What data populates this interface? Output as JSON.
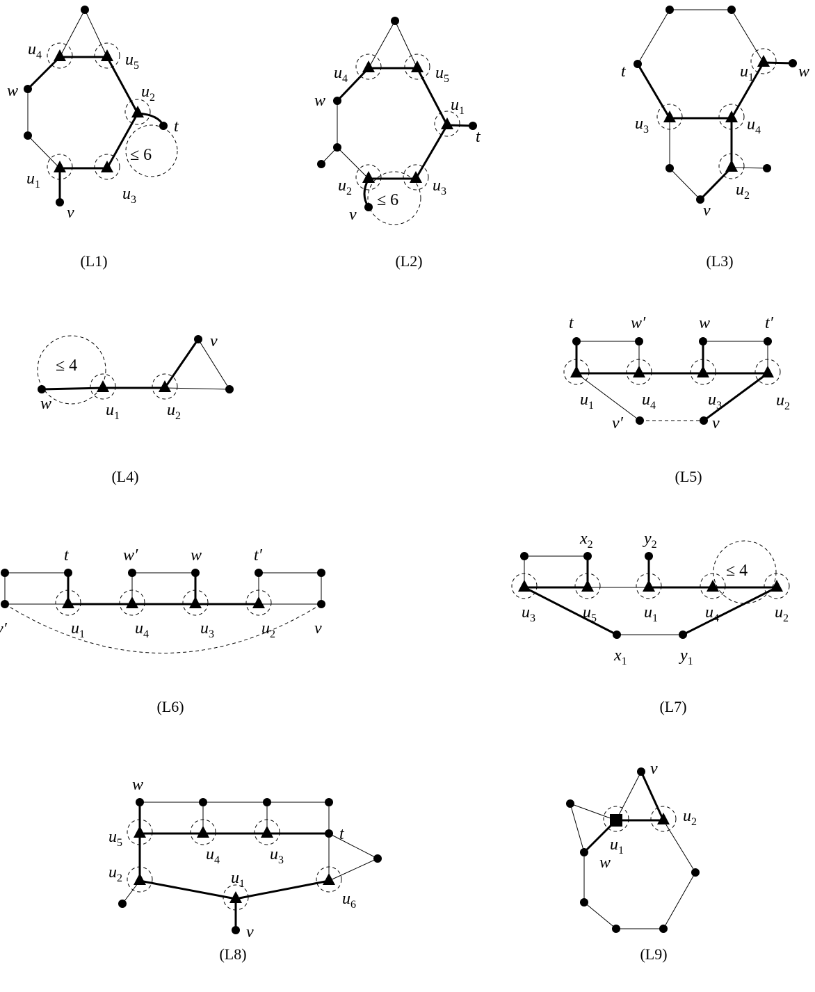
{
  "figure": {
    "panels": [
      {
        "id": "L1",
        "caption": "(L1)",
        "labels": [
          {
            "base": "u",
            "sub": "4"
          },
          {
            "base": "u",
            "sub": "5"
          },
          {
            "base": "w",
            "sub": ""
          },
          {
            "base": "u",
            "sub": "2"
          },
          {
            "base": "t",
            "sub": ""
          },
          {
            "base": "u",
            "sub": "1"
          },
          {
            "base": "u",
            "sub": "3"
          },
          {
            "base": "v",
            "sub": ""
          }
        ],
        "annotations": [
          "≤ 6"
        ]
      },
      {
        "id": "L2",
        "caption": "(L2)",
        "labels": [
          {
            "base": "u",
            "sub": "4"
          },
          {
            "base": "u",
            "sub": "5"
          },
          {
            "base": "w",
            "sub": ""
          },
          {
            "base": "u",
            "sub": "1"
          },
          {
            "base": "t",
            "sub": ""
          },
          {
            "base": "u",
            "sub": "2"
          },
          {
            "base": "u",
            "sub": "3"
          },
          {
            "base": "v",
            "sub": ""
          }
        ],
        "annotations": [
          "≤ 6"
        ]
      },
      {
        "id": "L3",
        "caption": "(L3)",
        "labels": [
          {
            "base": "t",
            "sub": ""
          },
          {
            "base": "u",
            "sub": "1"
          },
          {
            "base": "w",
            "sub": ""
          },
          {
            "base": "u",
            "sub": "3"
          },
          {
            "base": "u",
            "sub": "4"
          },
          {
            "base": "u",
            "sub": "2"
          },
          {
            "base": "v",
            "sub": ""
          }
        ],
        "annotations": []
      },
      {
        "id": "L4",
        "caption": "(L4)",
        "labels": [
          {
            "base": "v",
            "sub": ""
          },
          {
            "base": "w",
            "sub": ""
          },
          {
            "base": "u",
            "sub": "1"
          },
          {
            "base": "u",
            "sub": "2"
          }
        ],
        "annotations": [
          "≤ 4"
        ]
      },
      {
        "id": "L5",
        "caption": "(L5)",
        "labels": [
          {
            "base": "t",
            "sub": ""
          },
          {
            "base": "w′",
            "sub": ""
          },
          {
            "base": "w",
            "sub": ""
          },
          {
            "base": "t′",
            "sub": ""
          },
          {
            "base": "u",
            "sub": "1"
          },
          {
            "base": "u",
            "sub": "4"
          },
          {
            "base": "u",
            "sub": "3"
          },
          {
            "base": "u",
            "sub": "2"
          },
          {
            "base": "v′",
            "sub": ""
          },
          {
            "base": "v",
            "sub": ""
          }
        ],
        "annotations": []
      },
      {
        "id": "L6",
        "caption": "(L6)",
        "labels": [
          {
            "base": "t",
            "sub": ""
          },
          {
            "base": "w′",
            "sub": ""
          },
          {
            "base": "w",
            "sub": ""
          },
          {
            "base": "t′",
            "sub": ""
          },
          {
            "base": "v′",
            "sub": ""
          },
          {
            "base": "u",
            "sub": "1"
          },
          {
            "base": "u",
            "sub": "4"
          },
          {
            "base": "u",
            "sub": "3"
          },
          {
            "base": "u",
            "sub": "2"
          },
          {
            "base": "v",
            "sub": ""
          }
        ],
        "annotations": []
      },
      {
        "id": "L7",
        "caption": "(L7)",
        "labels": [
          {
            "base": "x",
            "sub": "2"
          },
          {
            "base": "y",
            "sub": "2"
          },
          {
            "base": "u",
            "sub": "3"
          },
          {
            "base": "u",
            "sub": "5"
          },
          {
            "base": "u",
            "sub": "1"
          },
          {
            "base": "u",
            "sub": "4"
          },
          {
            "base": "u",
            "sub": "2"
          },
          {
            "base": "x",
            "sub": "1"
          },
          {
            "base": "y",
            "sub": "1"
          }
        ],
        "annotations": [
          "≤ 4"
        ]
      },
      {
        "id": "L8",
        "caption": "(L8)",
        "labels": [
          {
            "base": "w",
            "sub": ""
          },
          {
            "base": "t",
            "sub": ""
          },
          {
            "base": "u",
            "sub": "5"
          },
          {
            "base": "u",
            "sub": "4"
          },
          {
            "base": "u",
            "sub": "3"
          },
          {
            "base": "u",
            "sub": "2"
          },
          {
            "base": "u",
            "sub": "1"
          },
          {
            "base": "u",
            "sub": "6"
          },
          {
            "base": "v",
            "sub": ""
          }
        ],
        "annotations": []
      },
      {
        "id": "L9",
        "caption": "(L9)",
        "labels": [
          {
            "base": "v",
            "sub": ""
          },
          {
            "base": "u",
            "sub": "2"
          },
          {
            "base": "u",
            "sub": "1"
          },
          {
            "base": "w",
            "sub": ""
          }
        ],
        "annotations": []
      }
    ]
  }
}
